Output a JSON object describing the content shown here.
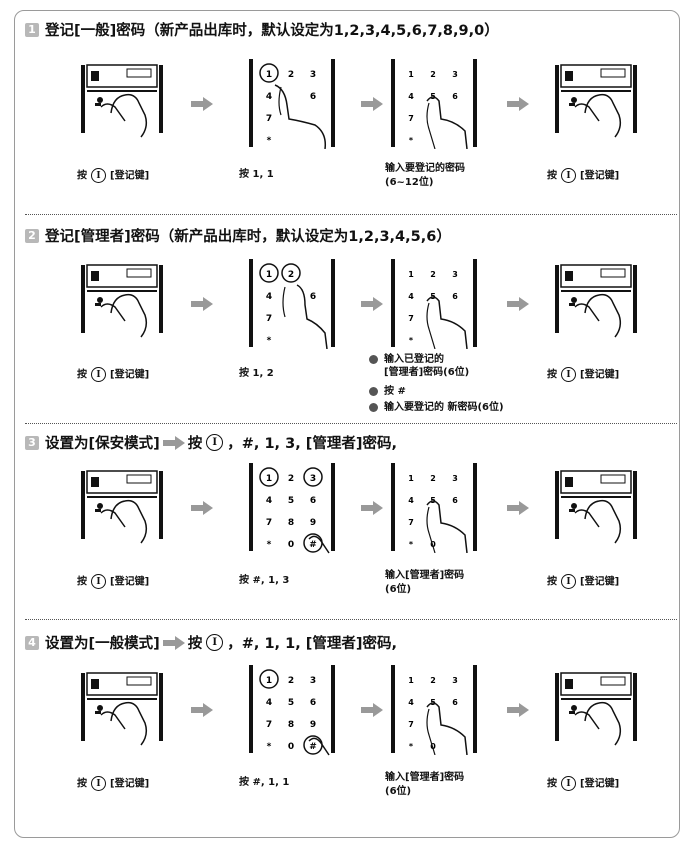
{
  "sections": [
    {
      "number": "1",
      "title": "登记[一般]密码（新产品出库时，默认设定为1,2,3,4,5,6,7,8,9,0）",
      "steps": [
        {
          "pre": "按",
          "circle": "I",
          "post": "[登记键]"
        },
        {
          "text": "按 1, 1"
        },
        {
          "line1": "输入要登记的密码",
          "line2": "(6~12位)"
        },
        {
          "pre": "按",
          "circle": "I",
          "post": "[登记键]"
        }
      ],
      "keypad_marks": [
        "1",
        "1"
      ]
    },
    {
      "number": "2",
      "title": "登记[管理者]密码（新产品出库时，默认设定为1,2,3,4,5,6）",
      "steps": [
        {
          "pre": "按",
          "circle": "I",
          "post": "[登记键]"
        },
        {
          "text": "按 1, 2"
        },
        {
          "bullets": [
            "输入已登记的",
            "[管理者]密码(6位)",
            "按 #",
            "输入要登记的 新密码(6位)"
          ]
        },
        {
          "pre": "按",
          "circle": "I",
          "post": "[登记键]"
        }
      ],
      "keypad_marks": [
        "1",
        "2"
      ]
    },
    {
      "number": "3",
      "title_pre": "设置为[保安模式]",
      "title_mid": "按",
      "title_circle": "I",
      "title_post": "，#, 1, 3, [管理者]密码,",
      "steps": [
        {
          "pre": "按",
          "circle": "I",
          "post": "[登记键]"
        },
        {
          "text": "按 #, 1, 3"
        },
        {
          "line1": "输入[管理者]密码",
          "line2": "(6位)"
        },
        {
          "pre": "按",
          "circle": "I",
          "post": "[登记键]"
        }
      ],
      "keypad_marks": [
        "1",
        "3",
        "#"
      ]
    },
    {
      "number": "4",
      "title_pre": "设置为[一般模式]",
      "title_mid": "按",
      "title_circle": "I",
      "title_post": "，#, 1, 1, [管理者]密码,",
      "steps": [
        {
          "pre": "按",
          "circle": "I",
          "post": "[登记键]"
        },
        {
          "text": "按 #, 1, 1"
        },
        {
          "line1": "输入[管理者]密码",
          "line2": "(6位)"
        },
        {
          "pre": "按",
          "circle": "I",
          "post": "[登记键]"
        }
      ],
      "keypad_marks": [
        "1",
        "#"
      ]
    }
  ],
  "keypad": {
    "rows": [
      [
        "1",
        "2",
        "3"
      ],
      [
        "4",
        "5",
        "6"
      ],
      [
        "7",
        "8",
        "9"
      ],
      [
        "*",
        "0",
        "#"
      ]
    ]
  }
}
